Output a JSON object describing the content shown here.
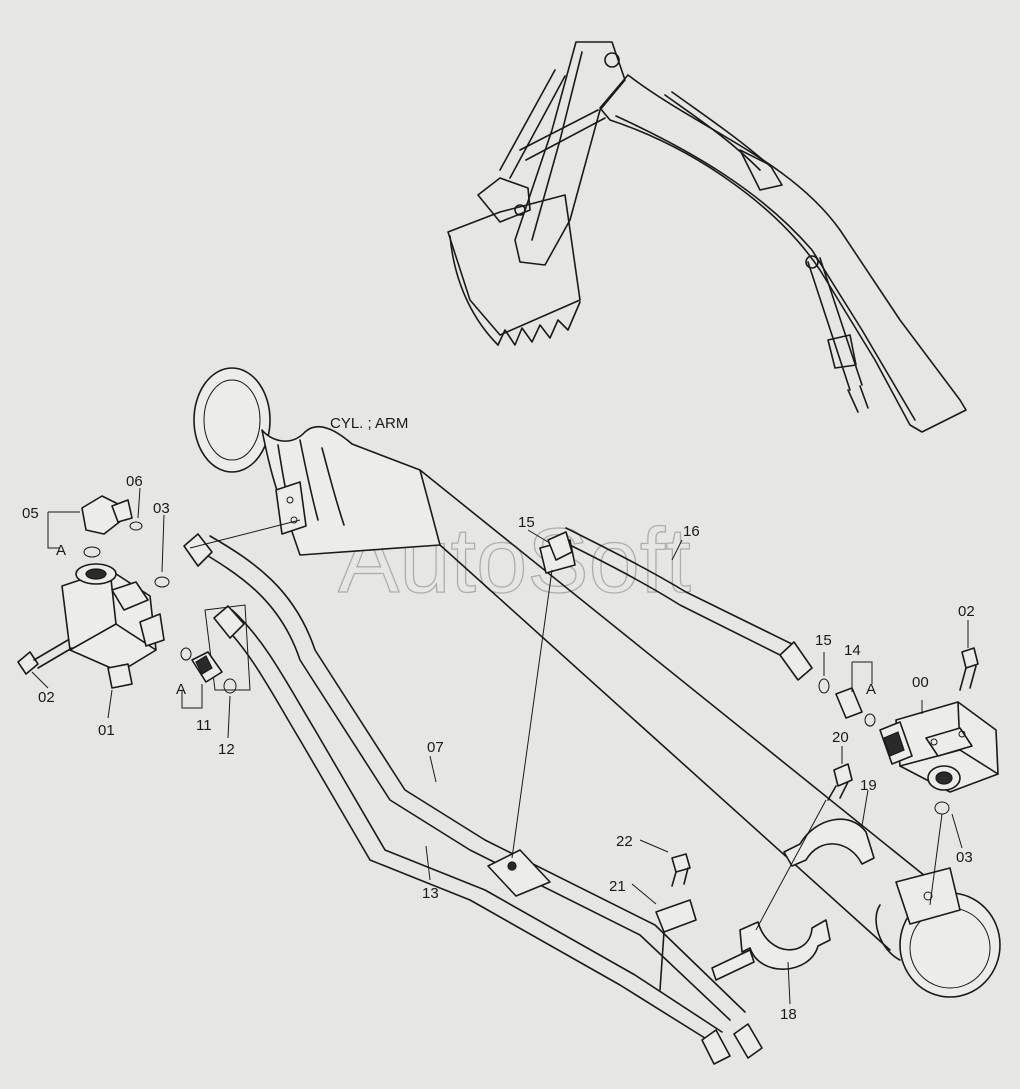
{
  "assembly": {
    "cylinder_label": "CYL. ; ARM",
    "watermark": "AutoSoft"
  },
  "callouts": [
    {
      "id": "c00",
      "label": "00"
    },
    {
      "id": "c01",
      "label": "01"
    },
    {
      "id": "c02a",
      "label": "02"
    },
    {
      "id": "c02b",
      "label": "02"
    },
    {
      "id": "c03a",
      "label": "03"
    },
    {
      "id": "c03b",
      "label": "03"
    },
    {
      "id": "c05",
      "label": "05"
    },
    {
      "id": "c06",
      "label": "06"
    },
    {
      "id": "c07",
      "label": "07"
    },
    {
      "id": "c11",
      "label": "11"
    },
    {
      "id": "c12",
      "label": "12"
    },
    {
      "id": "c13",
      "label": "13"
    },
    {
      "id": "c14",
      "label": "14"
    },
    {
      "id": "c15a",
      "label": "15"
    },
    {
      "id": "c15b",
      "label": "15"
    },
    {
      "id": "c16",
      "label": "16"
    },
    {
      "id": "c18",
      "label": "18"
    },
    {
      "id": "c19",
      "label": "19"
    },
    {
      "id": "c20",
      "label": "20"
    },
    {
      "id": "c21",
      "label": "21"
    },
    {
      "id": "c22",
      "label": "22"
    },
    {
      "id": "cA1",
      "label": "A"
    },
    {
      "id": "cA2",
      "label": "A"
    },
    {
      "id": "cA3",
      "label": "A"
    }
  ]
}
